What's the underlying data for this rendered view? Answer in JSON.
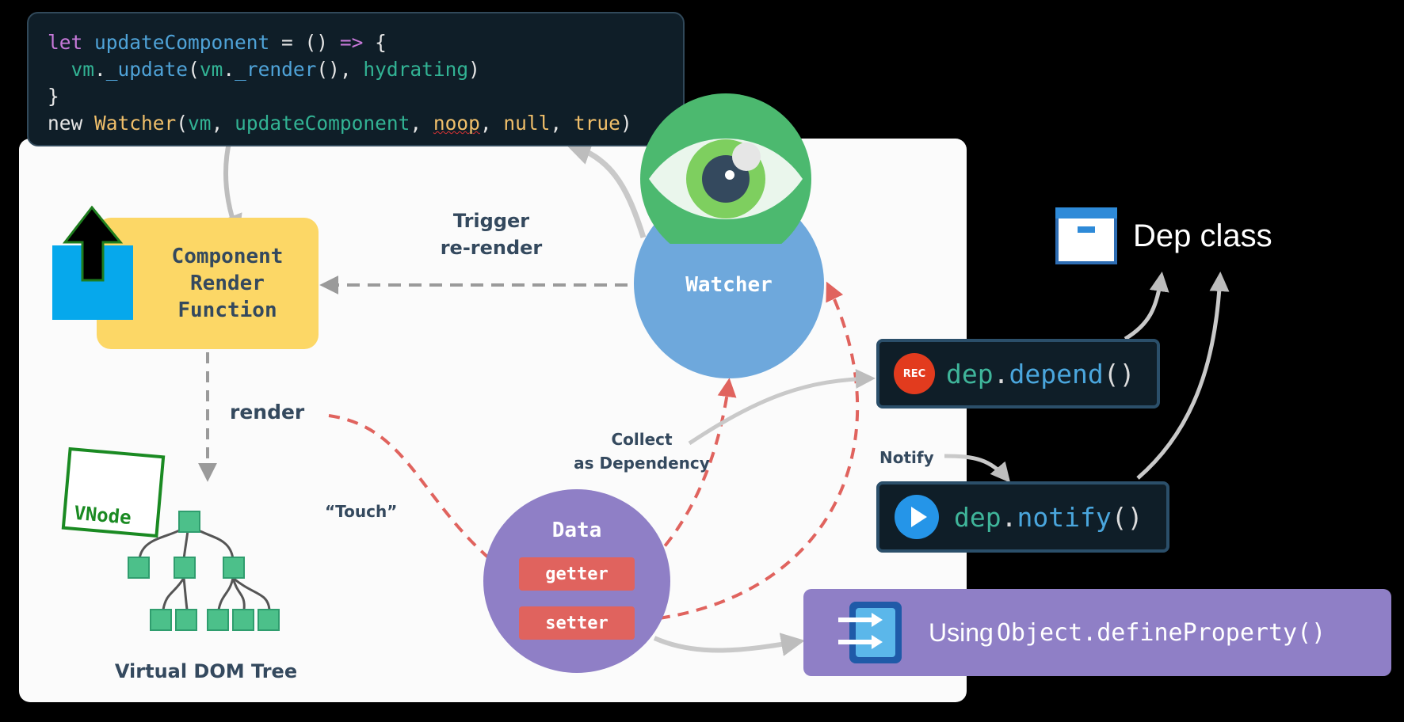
{
  "code": {
    "line1": {
      "kw": "let",
      "fn": "updateComponent",
      "rest": " = () ",
      "arrow": "=>",
      "brace": " {"
    },
    "line2": {
      "vm1": "vm",
      "dot1": ".",
      "update": "_update",
      "p1": "(",
      "vm2": "vm",
      "dot2": ".",
      "render": "_render",
      "p2": "(), ",
      "hyd": "hydrating",
      "p3": ")"
    },
    "line3": "}",
    "line4": {
      "new": "new ",
      "cls": "Watcher",
      "p1": "(",
      "vm": "vm",
      "c1": ", ",
      "uc": "updateComponent",
      "c2": ", ",
      "noop": "noop",
      "c3": ", ",
      "null": "null",
      "c4": ", ",
      "true": "true",
      "p2": ")"
    }
  },
  "component_render": "Component\nRender\nFunction",
  "watcher_label": "Watcher",
  "data_label": "Data",
  "getter": "getter",
  "setter": "setter",
  "labels": {
    "trigger": "Trigger",
    "rerender": "re-render",
    "render": "render",
    "touch": "“Touch”",
    "collect": "Collect",
    "as_dependency": "as Dependency",
    "notify": "Notify",
    "vdom": "Virtual DOM Tree",
    "vnode": "VNode"
  },
  "dep_class": "Dep class",
  "rec_badge": "REC",
  "depend": {
    "obj": "dep",
    "dot": ".",
    "method": "depend",
    "parens": "()"
  },
  "notify_call": {
    "obj": "dep",
    "dot": ".",
    "method": "notify",
    "parens": "()"
  },
  "using": {
    "prefix": "Using ",
    "code": "Object.defineProperty()"
  },
  "colors": {
    "component": "#fcd766",
    "watcher": "#6ea8dc",
    "data": "#8f7fc6",
    "pill": "#e0635e",
    "eye": "#4cb96f",
    "node": "#4cc08a",
    "arrow_red": "#e0635e",
    "arrow_gray": "#9a9a9a"
  }
}
